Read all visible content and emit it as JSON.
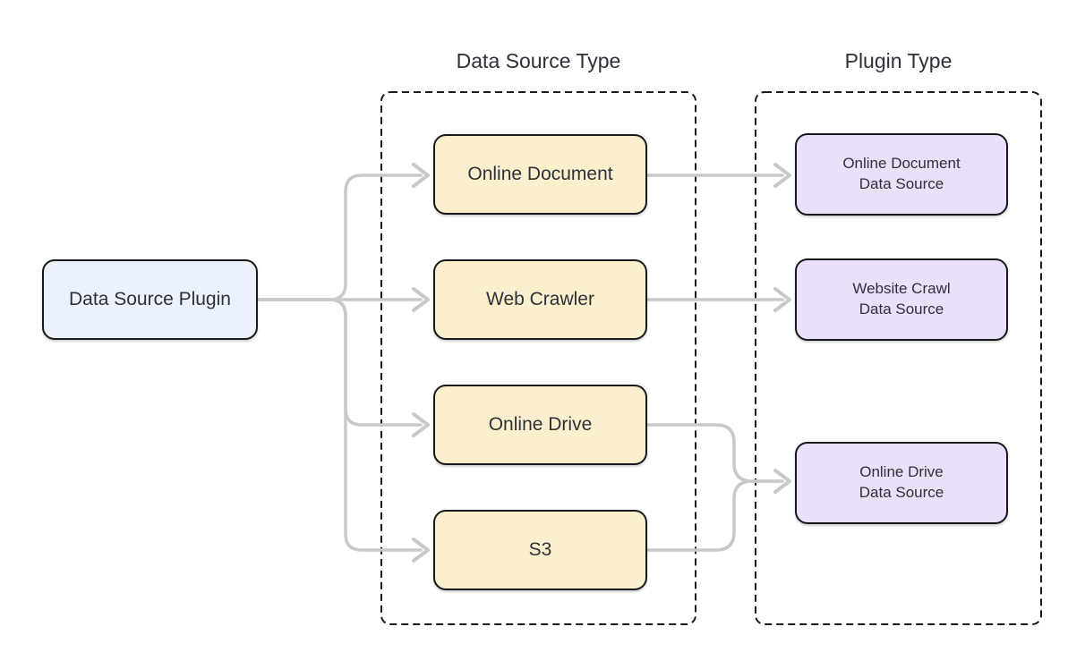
{
  "theme": {
    "source_fill": "#ebf2fb",
    "type_fill": "#faf0ce",
    "plugin_fill": "#ebe0fa",
    "node_border": "#17191d",
    "edge_color": "#c7c9cc",
    "container_border": "#1a1a1a",
    "text_color": "#2f3038"
  },
  "groups": {
    "data_source_type": {
      "title": "Data Source Type"
    },
    "plugin_type": {
      "title": "Plugin Type"
    }
  },
  "nodes": {
    "source": {
      "label": "Data Source Plugin"
    },
    "types": [
      {
        "label": "Online Document"
      },
      {
        "label": "Web Crawler"
      },
      {
        "label": "Online Drive"
      },
      {
        "label": "S3"
      }
    ],
    "plugins": [
      {
        "label": "Online Document\nData Source"
      },
      {
        "label": "Website Crawl\nData Source"
      },
      {
        "label": "Online Drive\nData Source"
      }
    ]
  },
  "edges": [
    {
      "from": "Data Source Plugin",
      "to": "Online Document"
    },
    {
      "from": "Data Source Plugin",
      "to": "Web Crawler"
    },
    {
      "from": "Data Source Plugin",
      "to": "Online Drive"
    },
    {
      "from": "Data Source Plugin",
      "to": "S3"
    },
    {
      "from": "Online Document",
      "to": "Online Document Data Source"
    },
    {
      "from": "Web Crawler",
      "to": "Website Crawl Data Source"
    },
    {
      "from": "Online Drive",
      "to": "Online Drive Data Source"
    },
    {
      "from": "S3",
      "to": "Online Drive Data Source"
    }
  ]
}
